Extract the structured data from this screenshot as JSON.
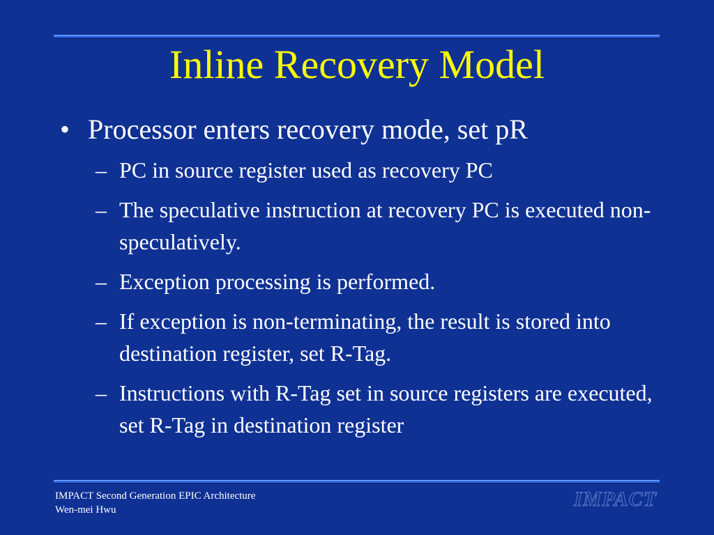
{
  "slide": {
    "title": "Inline Recovery Model",
    "bullet": {
      "marker": "•",
      "text": "Processor enters recovery mode, set pR"
    },
    "sub_marker": "–",
    "sub_items": [
      "PC in source register used as recovery PC",
      "The speculative instruction at recovery PC is executed non-speculatively.",
      "Exception processing is performed.",
      "If exception is non-terminating, the result is stored into destination register, set R-Tag.",
      "Instructions with R-Tag set in source registers are executed, set R-Tag in destination register"
    ]
  },
  "footer": {
    "line1": "IMPACT Second Generation EPIC Architecture",
    "line2": "Wen-mei Hwu"
  },
  "logo": {
    "text": "IMPACT"
  },
  "colors": {
    "background": "#0f3194",
    "title": "#ffff00",
    "text": "#ffffff",
    "rule": "#2f6cf0"
  }
}
